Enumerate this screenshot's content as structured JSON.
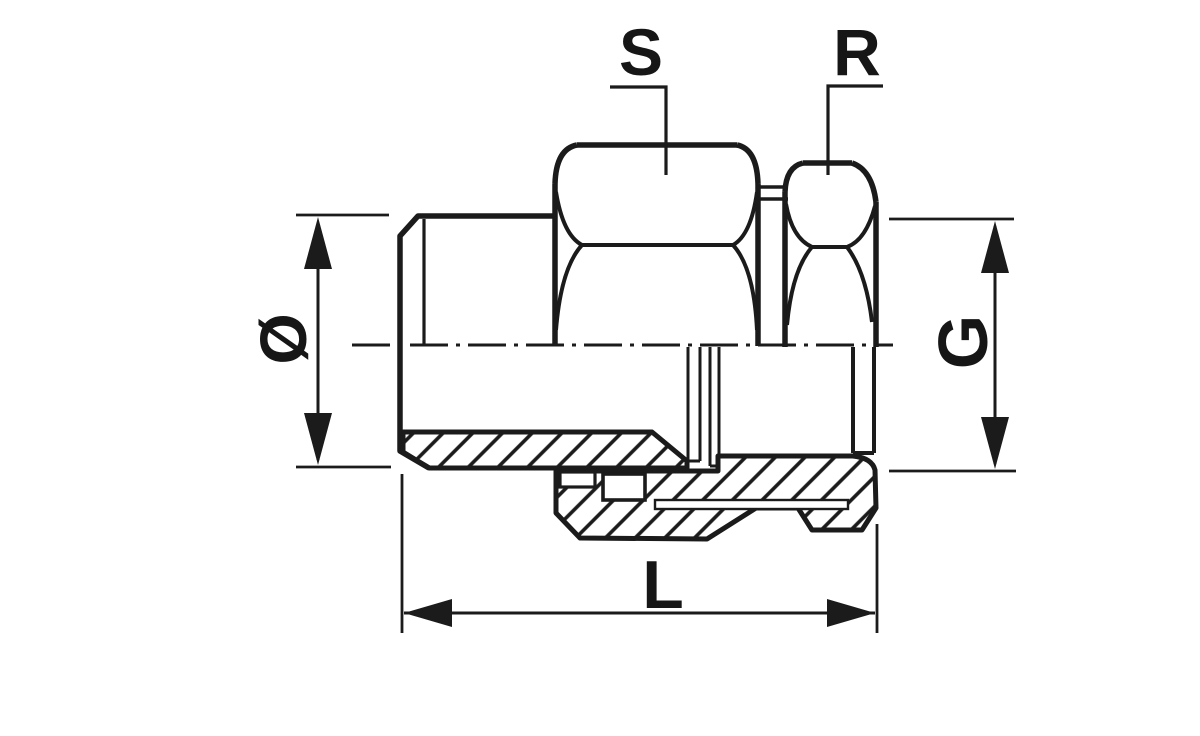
{
  "page": {
    "background": "#ffffff",
    "ink": "#1b1b1b"
  },
  "drawing": {
    "kind": "pipe-union-half-section-technical-drawing",
    "labels": {
      "nut_hex": "S",
      "body_hex": "R",
      "outer_diameter": "Ø",
      "thread_size": "G",
      "overall_length": "L"
    }
  }
}
